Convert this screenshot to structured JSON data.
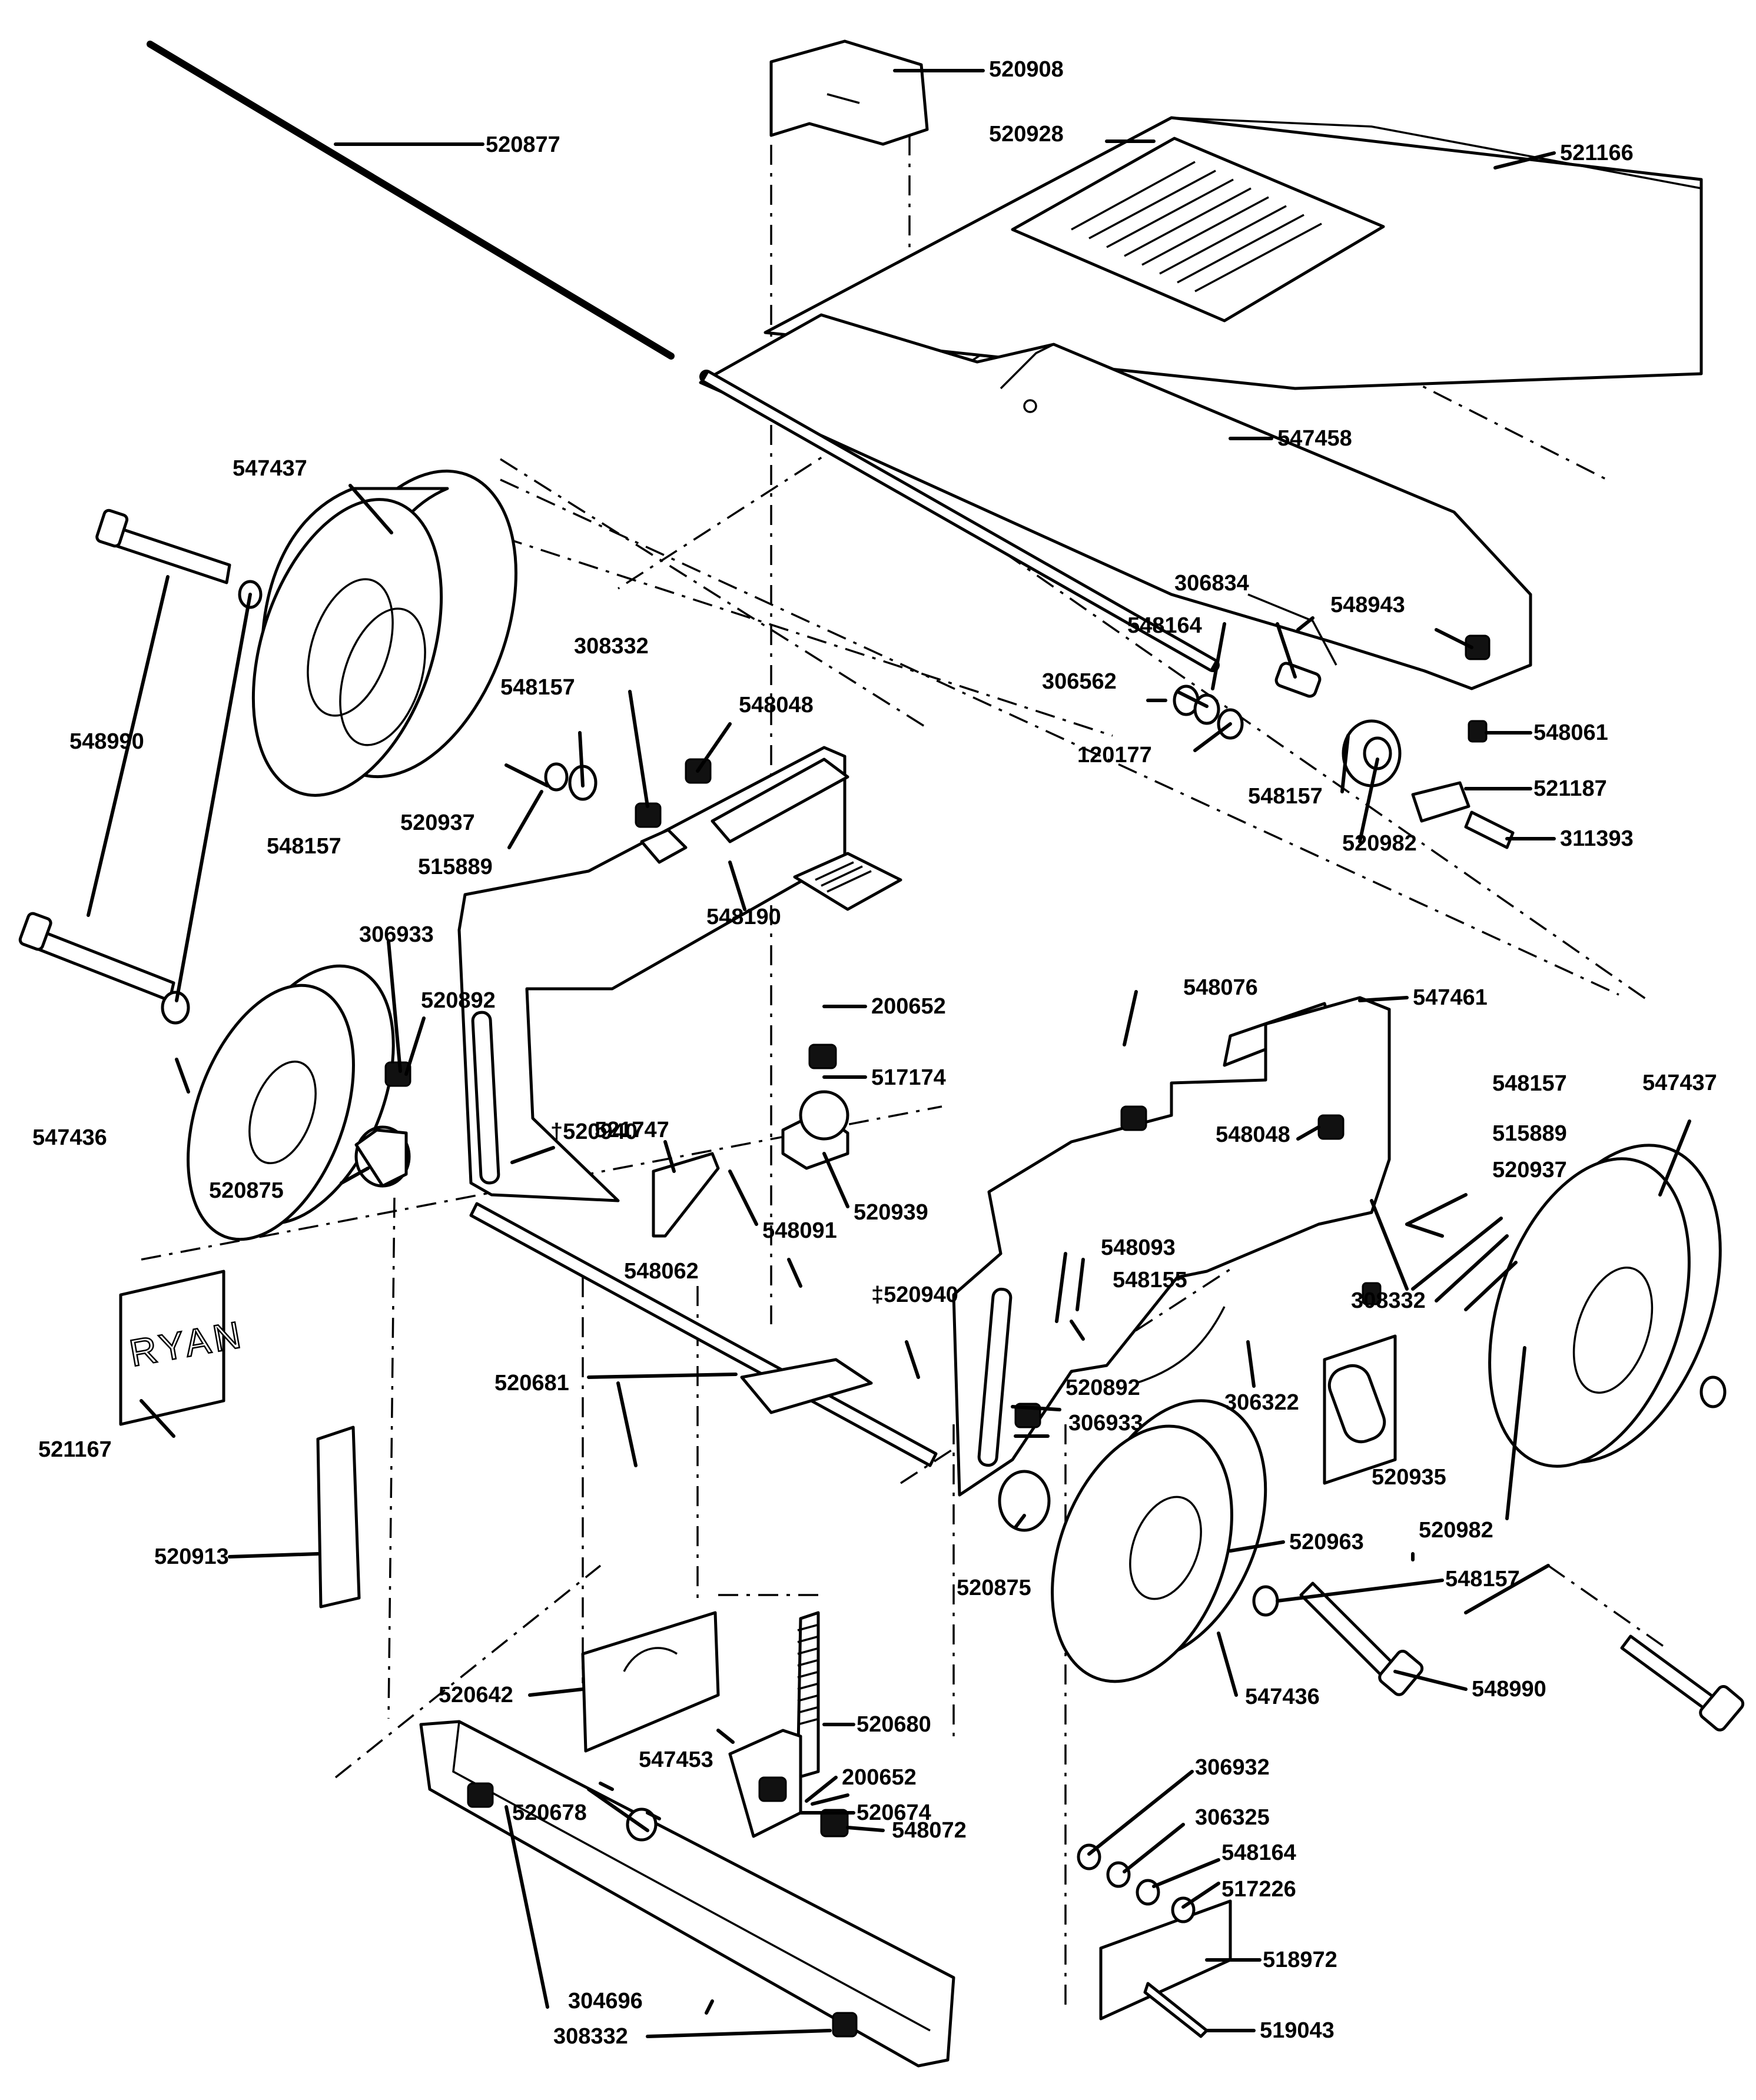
{
  "diagram": {
    "logo": {
      "text": "RYAN"
    },
    "labels": {
      "l520908": "520908",
      "l520877": "520877",
      "l520928": "520928",
      "l521166": "521166",
      "l547458": "547458",
      "l547437a": "547437",
      "l548990a": "548990",
      "l548157a": "548157",
      "l308332a": "308332",
      "l548157b": "548157",
      "l548048a": "548048",
      "l520937a": "520937",
      "l515889a": "515889",
      "l548190": "548190",
      "l306834": "306834",
      "l548164a": "548164",
      "l548943": "548943",
      "l306562": "306562",
      "l120177": "120177",
      "l548061": "548061",
      "l548157c": "548157",
      "l520982a": "520982",
      "l521187": "521187",
      "l311393": "311393",
      "l306933a": "306933",
      "l520892a": "520892",
      "l547436a": "547436",
      "l520875a": "520875",
      "l520940a": "†520940",
      "l521747": "521747",
      "l200652a": "200652",
      "l517174": "517174",
      "l520939": "520939",
      "l548091": "548091",
      "l548076": "548076",
      "l547461": "547461",
      "l548048b": "548048",
      "l548157d": "548157",
      "l515889b": "515889",
      "l520937b": "520937",
      "l547437b": "547437",
      "l548062": "548062",
      "l520940b": "‡520940",
      "l548093": "548093",
      "l548155": "548155",
      "l308332b": "308332",
      "l520681": "520681",
      "l520892b": "520892",
      "l306933b": "306933",
      "l306322": "306322",
      "l521167": "521167",
      "l520935": "520935",
      "l520982b": "520982",
      "l520913": "520913",
      "l520875b": "520875",
      "l520963": "520963",
      "l548157e": "548157",
      "l547436b": "547436",
      "l548990b": "548990",
      "l520642": "520642",
      "l520680": "520680",
      "l547453": "547453",
      "l200652b": "200652",
      "l520674": "520674",
      "l520678": "520678",
      "l548072": "548072",
      "l304696": "304696",
      "l308332c": "308332",
      "l306932": "306932",
      "l306325": "306325",
      "l548164b": "548164",
      "l517226": "517226",
      "l518972": "518972",
      "l519043": "519043"
    }
  }
}
